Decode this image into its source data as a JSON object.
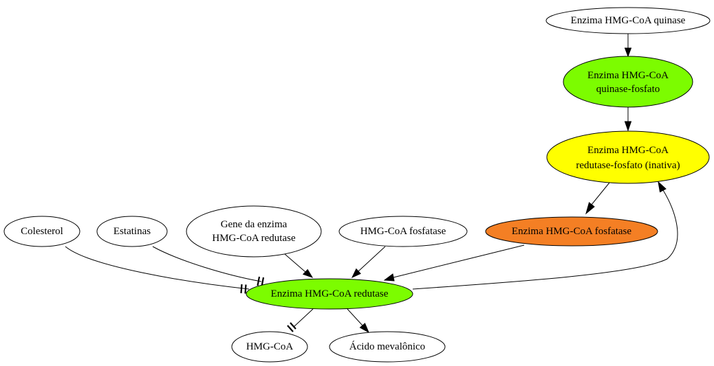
{
  "nodes": {
    "kinase": {
      "lines": [
        "Enzima HMG-CoA quinase"
      ],
      "fill": "#ffffff"
    },
    "kinase_p": {
      "lines": [
        "Enzima HMG-CoA",
        "quinase-fosfato"
      ],
      "fill": "#7cfc00"
    },
    "reductase_p": {
      "lines": [
        "Enzima HMG-CoA",
        "redutase-fosfato (inativa)"
      ],
      "fill": "#ffff00"
    },
    "phosphatase_or": {
      "lines": [
        "Enzima HMG-CoA fosfatase"
      ],
      "fill": "#f47f24"
    },
    "colesterol": {
      "lines": [
        "Colesterol"
      ],
      "fill": "#ffffff"
    },
    "estatinas": {
      "lines": [
        "Estatinas"
      ],
      "fill": "#ffffff"
    },
    "gene": {
      "lines": [
        "Gene da enzima",
        "HMG-CoA redutase"
      ],
      "fill": "#ffffff"
    },
    "phosphatase": {
      "lines": [
        "HMG-CoA fosfatase"
      ],
      "fill": "#ffffff"
    },
    "reductase": {
      "lines": [
        "Enzima HMG-CoA redutase"
      ],
      "fill": "#7cfc00"
    },
    "hmgcoa": {
      "lines": [
        "HMG-CoA"
      ],
      "fill": "#ffffff"
    },
    "mevalonic": {
      "lines": [
        "Ácido mevalônico"
      ],
      "fill": "#ffffff"
    }
  },
  "edges": [
    {
      "from": "kinase",
      "to": "kinase_p",
      "type": "arrow"
    },
    {
      "from": "kinase_p",
      "to": "reductase_p",
      "type": "arrow"
    },
    {
      "from": "reductase_p",
      "to": "phosphatase_or",
      "type": "arrow"
    },
    {
      "from": "phosphatase_or",
      "to": "reductase",
      "type": "arrow"
    },
    {
      "from": "reductase",
      "to": "reductase_p",
      "type": "arrow"
    },
    {
      "from": "colesterol",
      "to": "reductase",
      "type": "inhibit"
    },
    {
      "from": "estatinas",
      "to": "reductase",
      "type": "inhibit"
    },
    {
      "from": "gene",
      "to": "reductase",
      "type": "arrow"
    },
    {
      "from": "phosphatase",
      "to": "reductase",
      "type": "arrow"
    },
    {
      "from": "reductase",
      "to": "hmgcoa",
      "type": "inhibit"
    },
    {
      "from": "reductase",
      "to": "mevalonic",
      "type": "arrow"
    }
  ]
}
